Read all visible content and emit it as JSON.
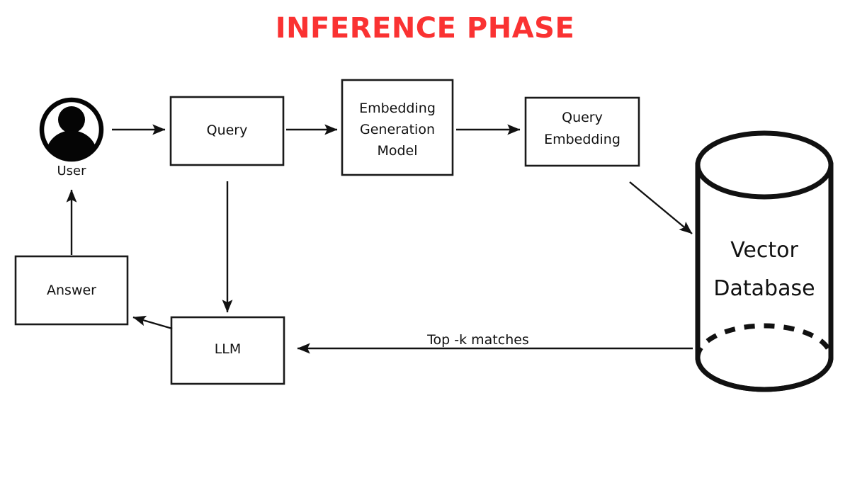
{
  "page": {
    "title": "INFERENCE PHASE",
    "title_color": "#fa3232",
    "background": "#ffffff",
    "stroke_color": "#111111"
  },
  "nodes": {
    "user": {
      "label": "User",
      "icon": "user-avatar-icon"
    },
    "query": {
      "label": "Query"
    },
    "embedding_model": {
      "line1": "Embedding",
      "line2": "Generation",
      "line3": "Model"
    },
    "query_embedding": {
      "line1": "Query",
      "line2": "Embedding"
    },
    "vector_database": {
      "line1": "Vector",
      "line2": "Database"
    },
    "llm": {
      "label": "LLM"
    },
    "answer": {
      "label": "Answer"
    }
  },
  "edges": [
    {
      "name": "user-to-query",
      "label": ""
    },
    {
      "name": "query-to-embedding-model",
      "label": ""
    },
    {
      "name": "embedding-model-to-query-embedding",
      "label": ""
    },
    {
      "name": "query-embedding-to-vector-database",
      "label": ""
    },
    {
      "name": "query-to-llm",
      "label": ""
    },
    {
      "name": "vector-database-to-llm",
      "label": "Top -k matches"
    },
    {
      "name": "llm-to-answer",
      "label": ""
    },
    {
      "name": "answer-to-user",
      "label": ""
    }
  ],
  "edge_labels": {
    "top_k_matches": "Top -k matches"
  }
}
